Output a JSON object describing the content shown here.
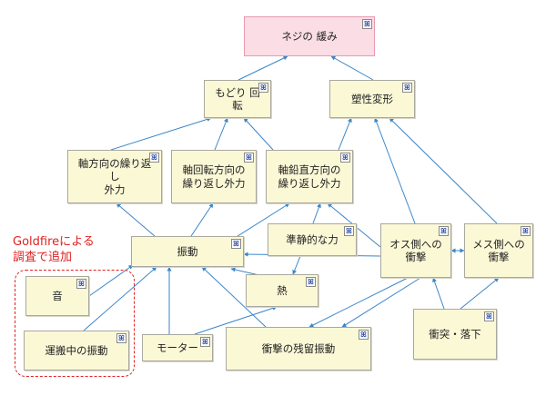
{
  "nodes": {
    "root": {
      "label": "ネジの 緩み"
    },
    "modori": {
      "label": "もどり 回転"
    },
    "sosei": {
      "label": "塑性変形"
    },
    "jiku": {
      "label": "軸方向の繰り返し\n外力"
    },
    "jikukaiten": {
      "label": "軸回転方向の\n繰り返し外力"
    },
    "jikusuichoku": {
      "label": "軸鉛直方向の\n繰り返し外力"
    },
    "shindo": {
      "label": "振動"
    },
    "seiteki": {
      "label": "準静的な力"
    },
    "osu": {
      "label": "オス側への\n衝撃"
    },
    "mesu": {
      "label": "メス側への\n衝撃"
    },
    "oto": {
      "label": "音"
    },
    "netsu": {
      "label": "熱"
    },
    "motor": {
      "label": "モーター"
    },
    "unpan": {
      "label": "運搬中の振動"
    },
    "zanryu": {
      "label": "衝撃の残留振動"
    },
    "shototsu": {
      "label": "衝突・落下"
    }
  },
  "tool_icon": "goldfire-tool-icon",
  "tool_glyph": "ꕤ",
  "annotation": {
    "text": "Goldfireによる\n調査で追加",
    "color": "#e02020"
  },
  "colors": {
    "node_fill": "#fbf8d6",
    "root_fill": "#fbdde6",
    "arrow": "#3a86c8"
  }
}
